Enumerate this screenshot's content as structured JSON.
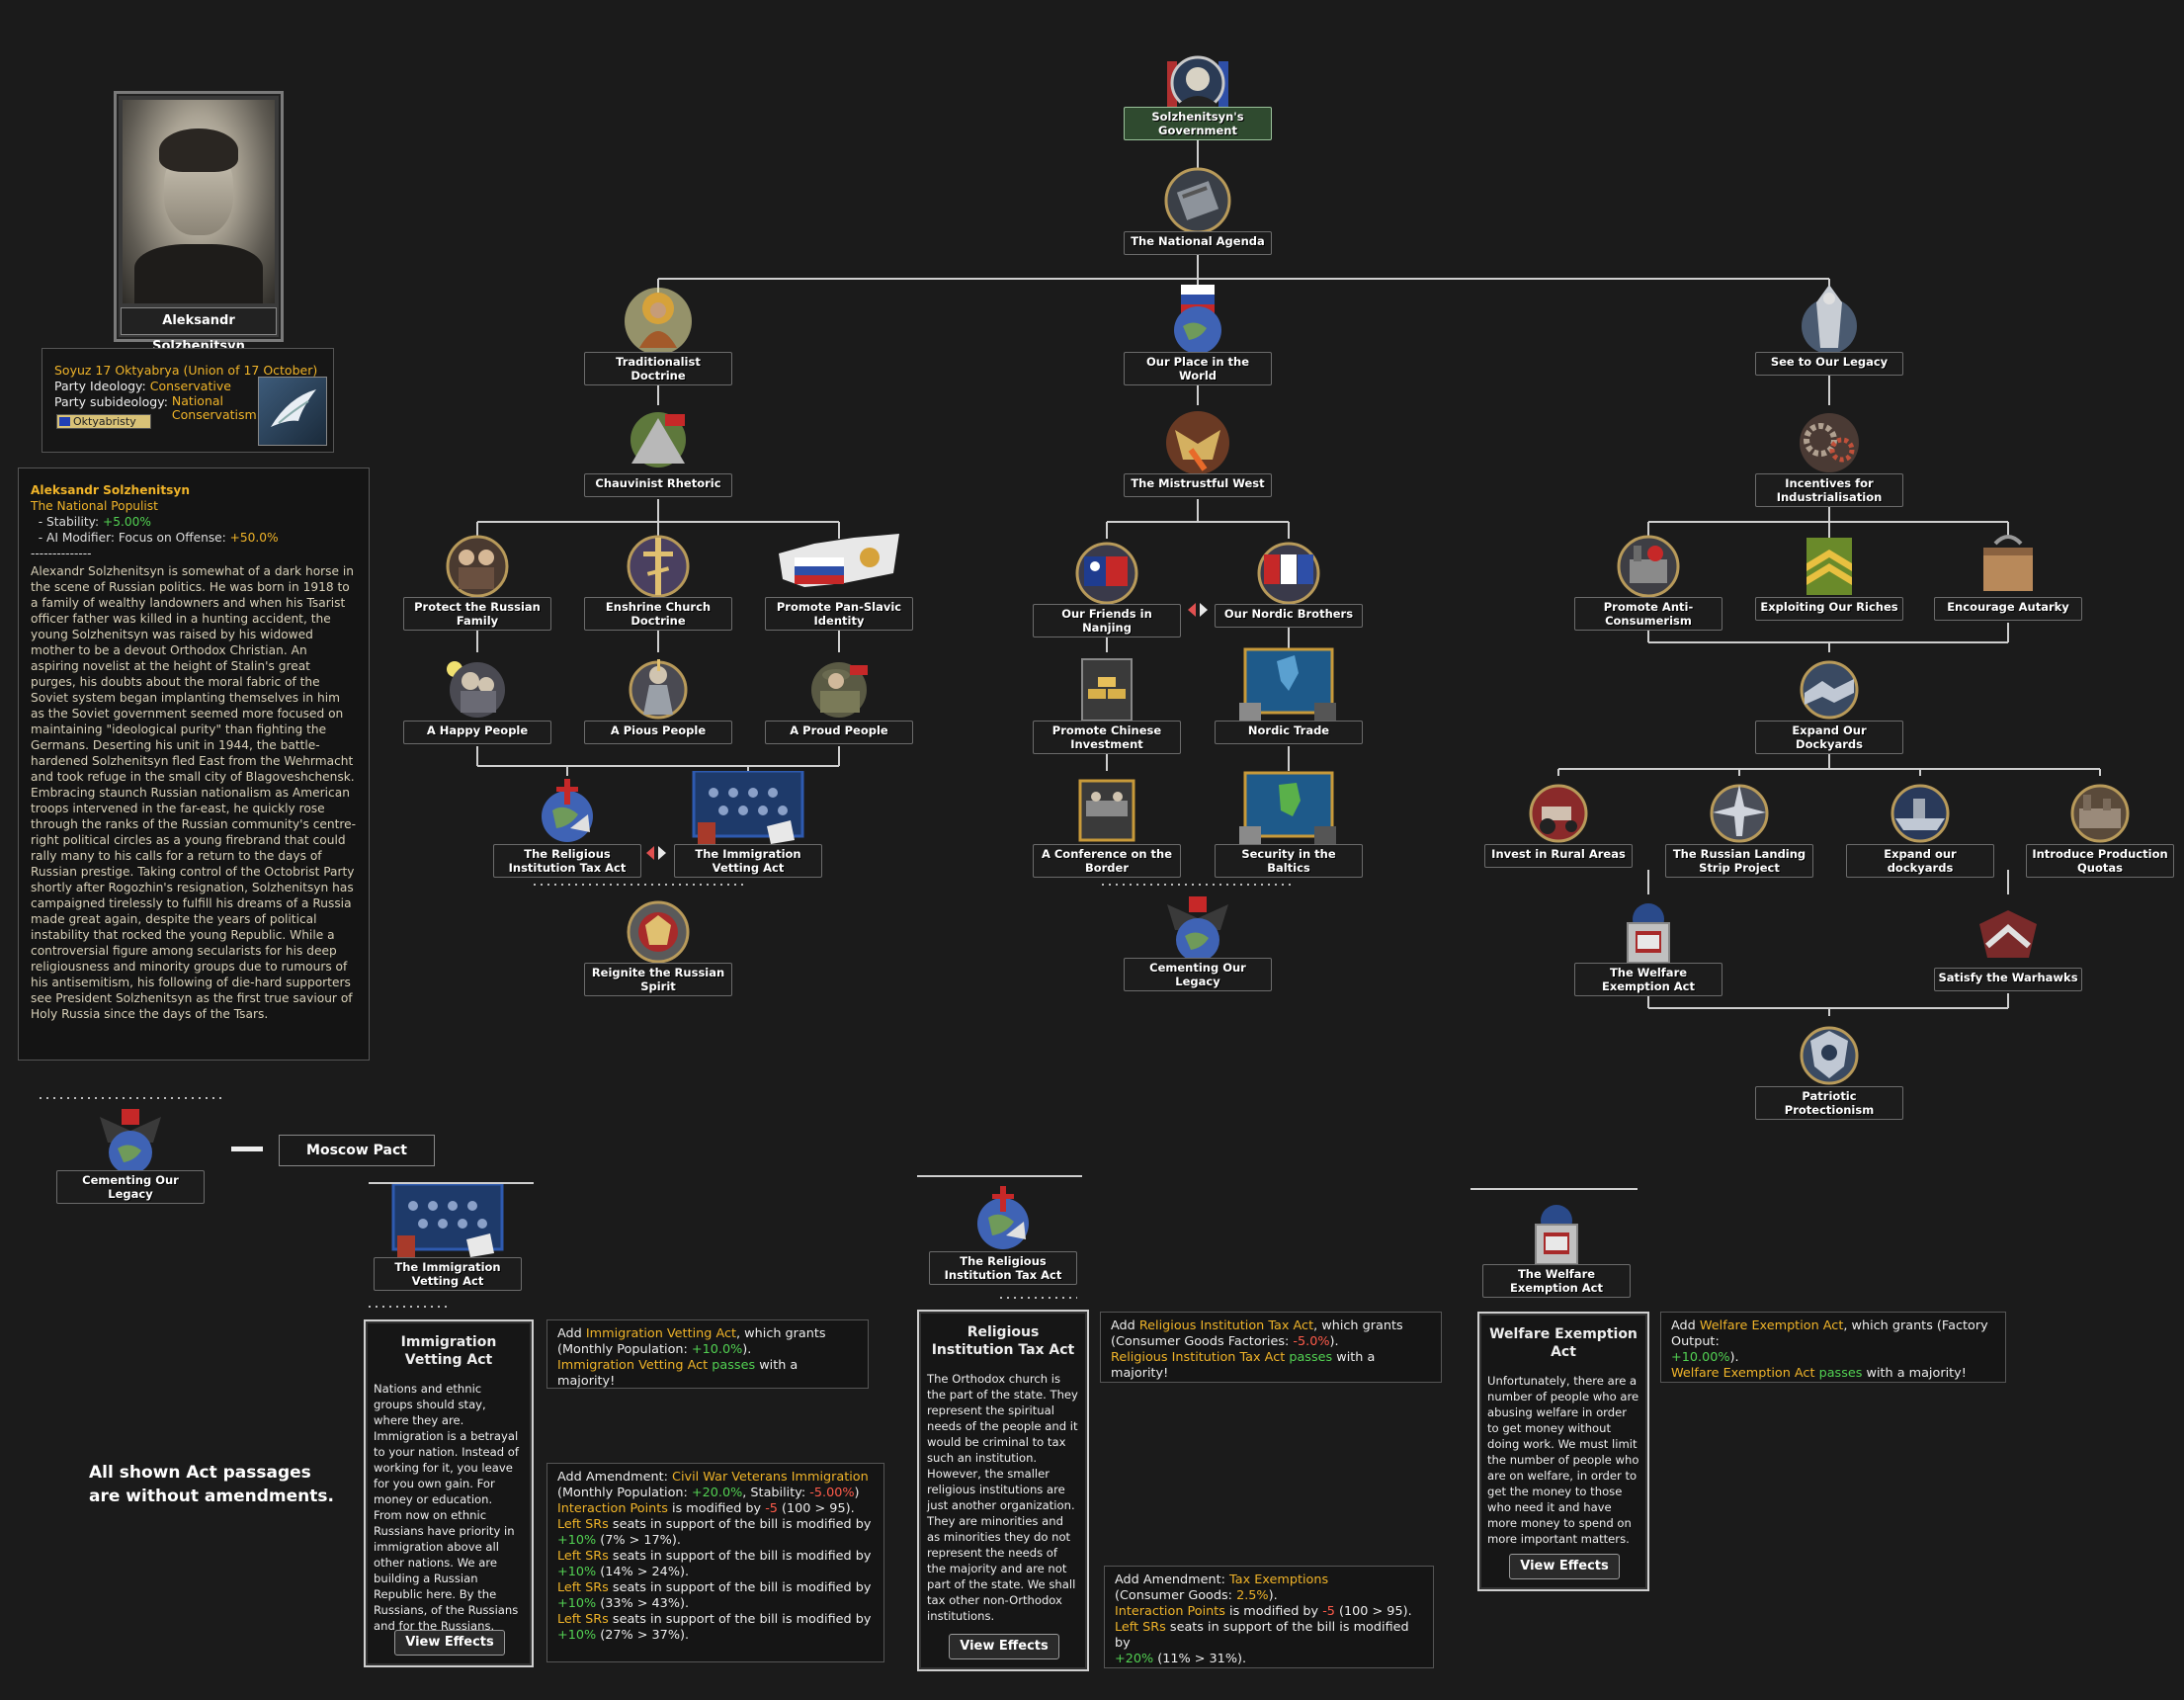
{
  "leader": {
    "name": "Aleksandr Solzhenitsyn",
    "party_name": "Soyuz 17 Oktyabrya (Union of 17 October)",
    "ideology_label": "Party Ideology:",
    "ideology_value": "Conservative",
    "subideology_label": "Party subideology:",
    "subideology_value": "National Conservatism",
    "party_short": "Oktyabristy",
    "trait_name": "Aleksandr Solzhenitsyn",
    "trait_title": "The National Populist",
    "stability_label": "- Stability:",
    "stability_value": "+5.00%",
    "ai_label": "- AI Modifier: Focus on Offense:",
    "ai_value": "+50.0%",
    "separator": "--------------",
    "bio": "Alexandr Solzhenitsyn is somewhat of a dark horse in the scene of Russian politics. He was born in 1918 to a family of wealthy landowners and when his Tsarist officer father was killed in a hunting accident, the young Solzhenitsyn was raised by his widowed mother to be a devout Orthodox Christian. An aspiring novelist at the height of Stalin's great purges, his doubts about the moral fabric of the Soviet system began implanting themselves in him as the Soviet government seemed more focused on maintaining \"ideological purity\" than fighting the Germans. Deserting his unit in 1944, the battle-hardened Solzhenitsyn fled East from the Wehrmacht and took refuge in the small city of Blagoveshchensk. Embracing staunch Russian nationalism as American troops intervened in the far-east, he quickly rose through the ranks of the Russian community's centre-right political circles as a young firebrand that could rally many to his calls for a return to the days of Russian prestige. Taking control of the Octobrist Party shortly after Rogozhin's resignation, Solzhenitsyn has campaigned tirelessly to fulfill his dreams of a Russia made great again, despite the years of political instability that rocked the young Republic. While a controversial figure among secularists for his deep religiousness and minority groups due to rumours of his antisemitism, his following of die-hard supporters see President Solzhenitsyn as the first true saviour of Holy Russia since the days of the Tsars."
  },
  "focuses": {
    "gov": "Solzhenitsyn's Government",
    "agenda": "The National Agenda",
    "trad": "Traditionalist Doctrine",
    "place": "Our Place in the World",
    "legacy": "See to Our Legacy",
    "chauv": "Chauvinist Rhetoric",
    "mistrust": "The Mistrustful West",
    "incent": "Incentives for Industrialisation",
    "protect": "Protect the Russian Family",
    "enshrine": "Enshrine Church Doctrine",
    "panslav": "Promote Pan-Slavic Identity",
    "nanjing": "Our Friends in Nanjing",
    "nordic": "Our Nordic Brothers",
    "anticons": "Promote Anti-Consumerism",
    "riches": "Exploiting Our Riches",
    "autarky": "Encourage Autarky",
    "happy": "A Happy People",
    "pious": "A Pious People",
    "proud": "A Proud People",
    "chinese": "Promote Chinese Investment",
    "nordictrade": "Nordic Trade",
    "dockyards": "Expand Our Dockyards",
    "religtax": "The Religious Institution Tax Act",
    "immig": "The Immigration Vetting Act",
    "conference": "A Conference on the Border",
    "baltics": "Security in the Baltics",
    "rural": "Invest in Rural Areas",
    "landing": "The Russian Landing Strip Project",
    "dock2": "Expand our dockyards",
    "quotas": "Introduce Production Quotas",
    "reignite": "Reignite the Russian Spirit",
    "cementing": "Cementing Our Legacy",
    "welfare": "The Welfare Exemption Act",
    "warhawks": "Satisfy the Warhawks",
    "patriotic": "Patriotic Protectionism"
  },
  "pact": {
    "cementing": "Cementing Our Legacy",
    "moscow_pact": "Moscow Pact"
  },
  "laws": {
    "immig": {
      "node": "The Immigration Vetting Act",
      "title": "Immigration Vetting Act",
      "body": "Nations and ethnic groups should stay, where they are. Immigration is a betrayal to your nation. Instead of working for it, you leave for you own gain. For money or education. From now on ethnic Russians have priority in immigration above all other nations. We are building a Russian Republic here. By the Russians, of the Russians and for the Russians.",
      "button": "View Effects",
      "tip_add": "Add",
      "tip_name": "Immigration Vetting Act",
      "tip_grants": ", which grants",
      "tip_mod": "(Monthly Population:",
      "tip_mod_val": "+10.0%",
      "tip_close": ").",
      "tip_pass_name": "Immigration Vetting Act",
      "tip_passes": "passes",
      "tip_majority": "with a majority!",
      "amend_label": "Add Amendment:",
      "amend_name": "Civil War Veterans Immigration",
      "amend_mod1": "(Monthly Population:",
      "amend_mod1_val": "+20.0%",
      "amend_mod2": ", Stability:",
      "amend_mod2_val": "-5.00%",
      "amend_mod_close": ")",
      "ip_label": "Interaction Points",
      "ip_text": "is modified by",
      "ip_val": "-5",
      "ip_range": "(100 > 95).",
      "srs_label": "Left SRs",
      "srs_text": "seats in support of the bill is modified by",
      "srs1_val": "+10%",
      "srs1_range": "(7% > 17%).",
      "srs2_val": "+10%",
      "srs2_range": "(14% > 24%).",
      "srs3_val": "+10%",
      "srs3_range": "(33% > 43%).",
      "srs4_val": "+10%",
      "srs4_range": "(27% > 37%)."
    },
    "relig": {
      "node": "The Religious Institution Tax Act",
      "title": "Religious Institution Tax Act",
      "body": "The Orthodox church is the part of the state. They represent the spiritual needs of the people and it would be criminal to tax such an institution. However, the smaller religious institutions are just another organization. They are minorities and as minorities they do not represent the needs of the majority and are not part of the state. We shall tax other non-Orthodox institutions.",
      "button": "View Effects",
      "tip_add": "Add",
      "tip_name": "Religious Institution Tax Act",
      "tip_grants": ", which grants",
      "tip_mod": "(Consumer Goods Factories:",
      "tip_mod_val": "-5.0%",
      "tip_close": ").",
      "tip_pass_name": "Religious Institution Tax Act",
      "tip_passes": "passes",
      "tip_majority": "with a majority!",
      "amend_label": "Add Amendment:",
      "amend_name": "Tax Exemptions",
      "amend_mod": "(Consumer Goods:",
      "amend_mod_val": "2.5%",
      "amend_mod_close": ").",
      "ip_label": "Interaction Points",
      "ip_text": "is modified by",
      "ip_val": "-5",
      "ip_range": "(100 > 95).",
      "srs_label": "Left SRs",
      "srs_text": "seats in support of the bill is modified by",
      "srs_val": "+20%",
      "srs_range": "(11% > 31%)."
    },
    "welfare": {
      "node": "The Welfare Exemption Act",
      "title": "Welfare Exemption Act",
      "body": "Unfortunately, there are a number of people who are abusing welfare in order to get money without doing work. We must limit the number of people who are on welfare, in order to get the money to those who need it and have more money to spend on more important matters.",
      "button": "View Effects",
      "tip_add": "Add",
      "tip_name": "Welfare Exemption Act",
      "tip_grants": ", which grants (Factory Output:",
      "tip_mod_val": "+10.00%",
      "tip_close": ").",
      "tip_pass_name": "Welfare Exemption Act",
      "tip_passes": "passes",
      "tip_majority": "with a majority!"
    }
  },
  "note": "All shown Act passages are without amendments.",
  "colors": {
    "highlight": "#f0b429",
    "positive": "#52d152",
    "negative": "#ff5b4a",
    "background": "#1b1b1b"
  }
}
